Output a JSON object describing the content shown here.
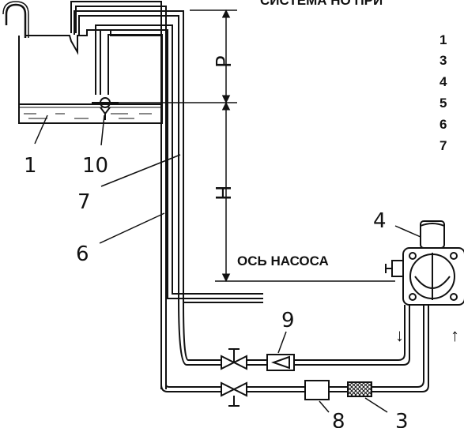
{
  "title": "СИСТЕМА НО ПРИ",
  "pump_axis_label": "ОСЬ НАСОСА",
  "dim_p": "Р",
  "dim_h": "Н",
  "flow_arrows": [
    "↓",
    "↑"
  ],
  "legend_numbers": [
    "1",
    "3",
    "4",
    "5",
    "6",
    "7"
  ],
  "callouts": {
    "c1": "1",
    "c10": "10",
    "c7": "7",
    "c6": "6",
    "c4": "4",
    "c9": "9",
    "c8": "8",
    "c3": "3"
  }
}
